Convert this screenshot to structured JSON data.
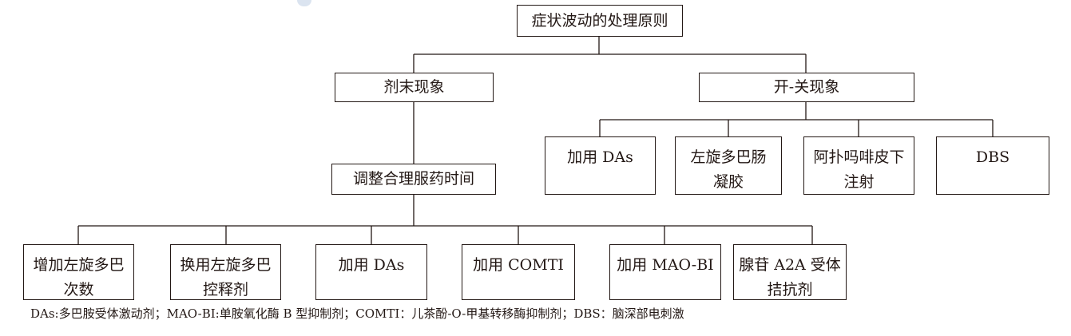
{
  "root": {
    "label": "症状波动的处理原则"
  },
  "branch_wearing_off": {
    "label": "剂末现象",
    "sub": {
      "label": "调整合理服药时间"
    },
    "children": [
      {
        "lines": [
          "增加左旋多巴",
          "次数"
        ]
      },
      {
        "lines": [
          "换用左旋多巴",
          "控释剂"
        ]
      },
      {
        "lines": [
          "加用 DAs"
        ]
      },
      {
        "lines": [
          "加用 COMTI"
        ]
      },
      {
        "lines": [
          "加用 MAO-BI"
        ]
      },
      {
        "lines": [
          "腺苷 A2A 受体",
          "拮抗剂"
        ]
      }
    ]
  },
  "branch_on_off": {
    "label": "开-关现象",
    "children": [
      {
        "lines": [
          "加用 DAs"
        ]
      },
      {
        "lines": [
          "左旋多巴肠",
          "凝胶"
        ]
      },
      {
        "lines": [
          "阿扑吗啡皮下",
          "注射"
        ]
      },
      {
        "lines": [
          "DBS"
        ]
      }
    ]
  },
  "footnote": "DAs:多巴胺受体激动剂；MAO-BI:单胺氧化酶 B 型抑制剂；COMTI：儿茶酚-O-甲基转移酶抑制剂；DBS：脑深部电刺激",
  "colors": {
    "line": "#231815",
    "text": "#231815",
    "background": "#ffffff"
  }
}
